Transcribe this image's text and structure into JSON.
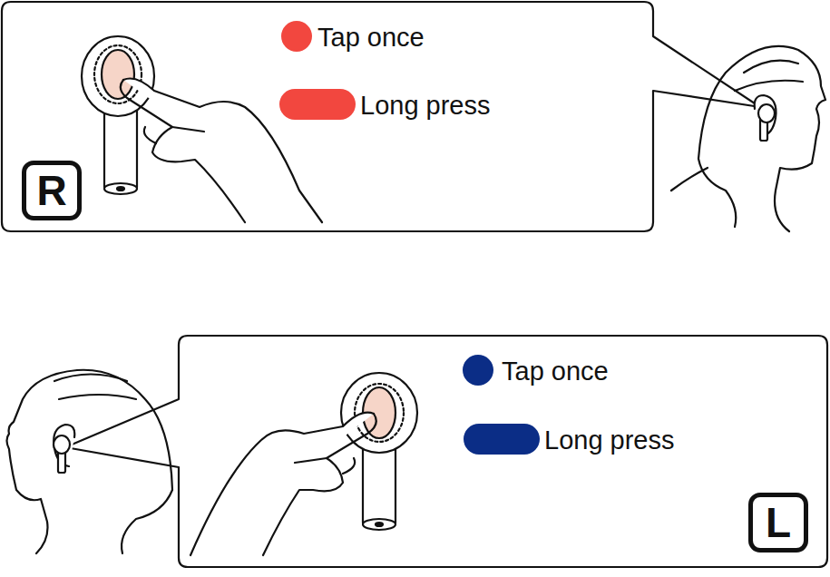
{
  "diagram": {
    "nodes": [
      {
        "text": [
          "R"
        ]
      },
      {
        "text": [
          "L"
        ]
      }
    ],
    "legend": [
      {
        "text": "Tap once",
        "color": "#f2473f"
      },
      {
        "text": "Long press",
        "color": "#f2473f"
      },
      {
        "text": "Tap once",
        "color": "#0b2d86"
      },
      {
        "text": "Long press",
        "color": "#0b2d86"
      }
    ]
  }
}
